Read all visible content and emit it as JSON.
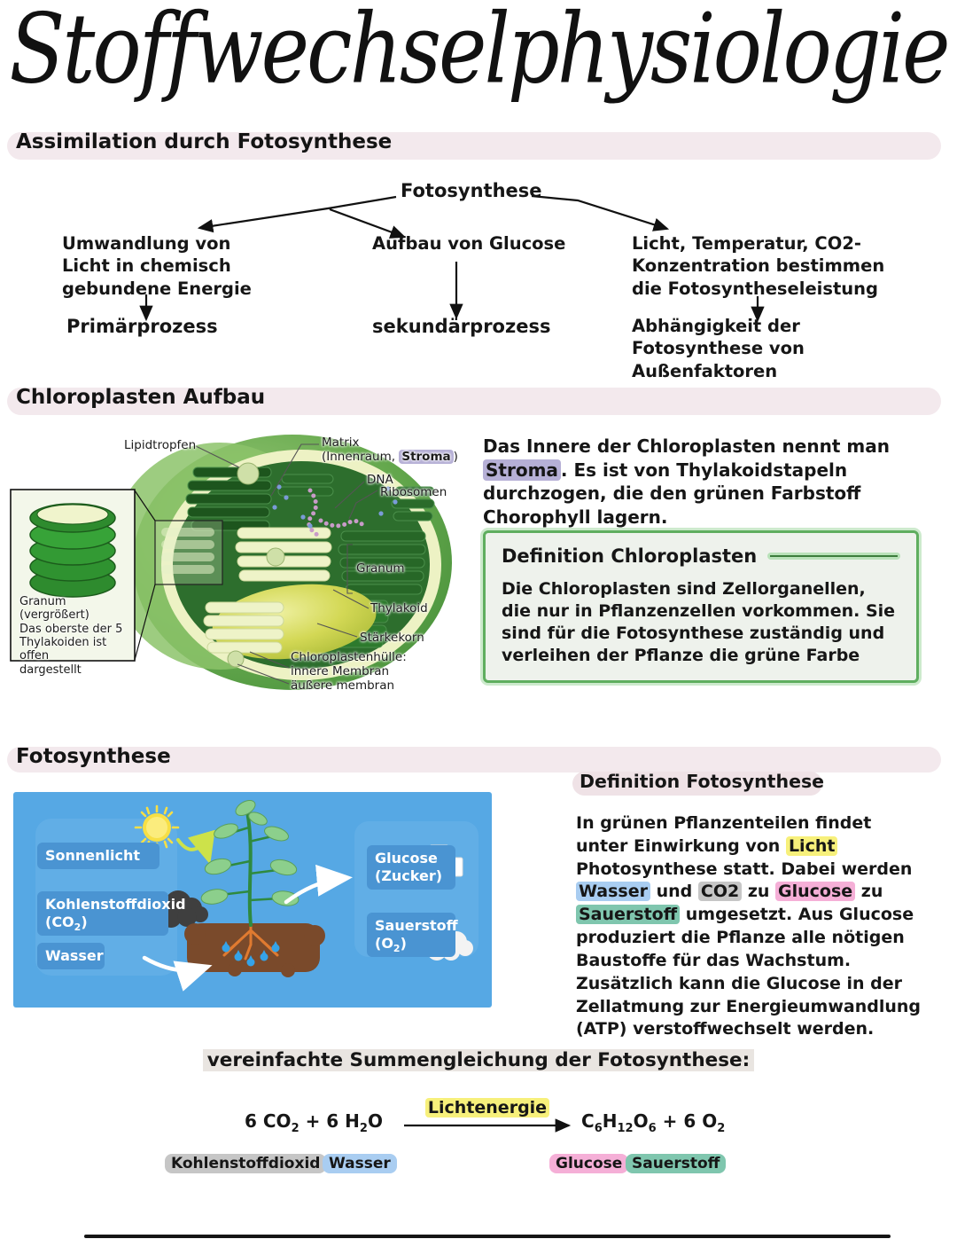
{
  "title": "Stoffwechselphysiologie",
  "colors": {
    "section_bar": "#f3e9ed",
    "highlight_yellow": "#f7f07b",
    "highlight_blue": "#a9cdf1",
    "highlight_gray": "#c6c6c6",
    "highlight_pink": "#f5afd7",
    "highlight_teal": "#7fc6ae",
    "highlight_lavender": "#b6b0d6",
    "definition_box_green": "#5fae5f",
    "figure_blue": "#56a8e4"
  },
  "sections": {
    "assimilation": "Assimilation durch Fotosynthese",
    "chloroplasten": "Chloroplasten Aufbau",
    "fotosynthese": "Fotosynthese"
  },
  "mindmap": {
    "root": "Fotosynthese",
    "branch1": {
      "text": "Umwandlung von Licht in chemisch gebundene Energie",
      "result": "Primärprozess"
    },
    "branch2": {
      "text": "Aufbau von Glucose",
      "result": "sekundärprozess"
    },
    "branch3": {
      "text": "Licht, Temperatur, CO2-Konzentration bestimmen die Fotosyntheseleistung",
      "result": "Abhängigkeit der Fotosynthese von Außenfaktoren"
    }
  },
  "chloroplast_figure": {
    "labels": {
      "lipidtropfen": "Lipidtropfen",
      "matrix": "Matrix",
      "matrix_sub_pre": "(Innenraum, ",
      "matrix_sub_hl": "Stroma",
      "matrix_sub_post": ")",
      "dna": "DNA",
      "ribosomen": "Ribosomen",
      "granum": "Granum",
      "thylakoid": "Thylakoid",
      "staerkekorn": "Stärkekorn",
      "huelle1": "Chloroplastenhülle:",
      "huelle2": "innere Membran",
      "huelle3": "äußere membran"
    },
    "inset_caption": [
      "Granum (vergrößert)",
      "Das oberste der 5",
      "Thylakoiden ist offen",
      "dargestellt"
    ]
  },
  "stroma_paragraph": {
    "segments": [
      {
        "text": "Das Innere der Chloroplasten nennt man "
      },
      {
        "text": "Stroma",
        "hl": "#b6b0d6"
      },
      {
        "text": ". Es ist von Thylakoidstapeln durchzogen, die den grünen Farbstoff Chorophyll lagern."
      }
    ]
  },
  "definition_chloroplasten": {
    "title": "Definition Chloroplasten",
    "body": "Die Chloroplasten sind Zellorganellen, die nur in Pflanzenzellen vorkommen. Sie sind für die Fotosynthese zuständig und verleihen der Pflanze die grüne Farbe"
  },
  "photosynthesis_figure": {
    "sonnenlicht": "Sonnenlicht",
    "kohlenstoffdioxid": "Kohlenstoffdioxid",
    "co2": [
      {
        "t": "(CO"
      },
      {
        "s": "2"
      },
      {
        "t": ")"
      }
    ],
    "wasser": "Wasser",
    "glucose": "Glucose",
    "zucker": "(Zucker)",
    "sauerstoff": "Sauerstoff",
    "o2": [
      {
        "t": "(O"
      },
      {
        "s": "2"
      },
      {
        "t": ")"
      }
    ]
  },
  "definition_fotosynthese": {
    "title": "Definition Fotosynthese",
    "segments": [
      {
        "text": "In grünen Pflanzenteilen findet unter Einwirkung von "
      },
      {
        "text": "Licht",
        "hl": "#f7f07b"
      },
      {
        "text": " Photosynthese statt. Dabei werden "
      },
      {
        "text": "Wasser",
        "hl": "#a9cdf1"
      },
      {
        "text": " und "
      },
      {
        "text": "CO2",
        "hl": "#c6c6c6"
      },
      {
        "text": " zu "
      },
      {
        "text": "Glucose",
        "hl": "#f5afd7"
      },
      {
        "text": " zu "
      },
      {
        "text": "Sauerstoff",
        "hl": "#7fc6ae"
      },
      {
        "text": " umgesetzt. Aus Glucose produziert die Pflanze alle nötigen Baustoffe für das Wachstum. Zusätzlich kann die Glucose in der Zellatmung zur Energieumwandlung (ATP) verstoffwechselt werden."
      }
    ]
  },
  "equation": {
    "heading": "vereinfachte Summengleichung der Fotosynthese:",
    "left": [
      {
        "t": "6 CO"
      },
      {
        "s": "2"
      },
      {
        "t": " + 6 H"
      },
      {
        "s": "2"
      },
      {
        "t": "O"
      }
    ],
    "arrow_label": "Lichtenergie",
    "arrow_label_color": "#f7f07b",
    "right": [
      {
        "t": "C"
      },
      {
        "s": "6"
      },
      {
        "t": "H"
      },
      {
        "s": "12"
      },
      {
        "t": "O"
      },
      {
        "s": "6"
      },
      {
        "t": " + 6 O"
      },
      {
        "s": "2"
      }
    ],
    "legend": [
      {
        "text": "Kohlenstoffdioxid",
        "color": "#c6c6c6"
      },
      {
        "text": "Wasser",
        "color": "#a9cdf1"
      },
      {
        "text": "Glucose",
        "color": "#f5afd7"
      },
      {
        "text": "Sauerstoff",
        "color": "#7fc6ae"
      }
    ]
  }
}
